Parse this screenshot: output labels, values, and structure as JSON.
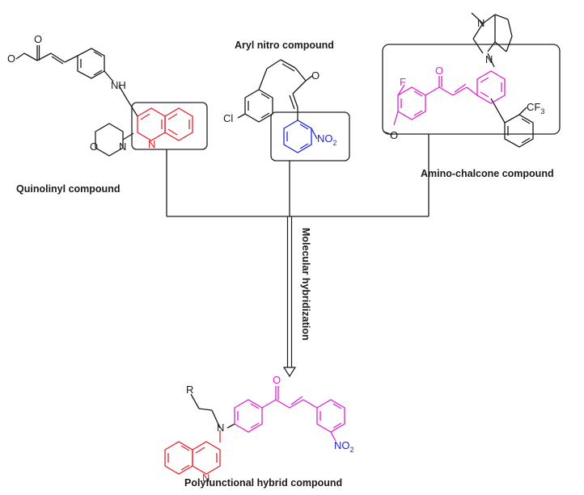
{
  "colors": {
    "black": "#1a1a1a",
    "red": "#e8212b",
    "blue": "#1d27d9",
    "magenta": "#e020d0",
    "highlight_box": "#222222"
  },
  "captions": {
    "quinolinyl": "Quinolinyl compound",
    "aryl_nitro": "Aryl nitro compound",
    "amino_chalcone": "Amino-chalcone compound",
    "hybrid": "Polyfunctional hybrid compound",
    "process": "Molecular hybridization"
  },
  "atoms": {
    "O": "O",
    "NH": "NH",
    "N": "N",
    "Cl": "Cl",
    "F": "F",
    "R": "R",
    "NO2_main": "NO",
    "NO2_sub": "2",
    "CF3_main": "CF",
    "CF3_sub": "3"
  }
}
